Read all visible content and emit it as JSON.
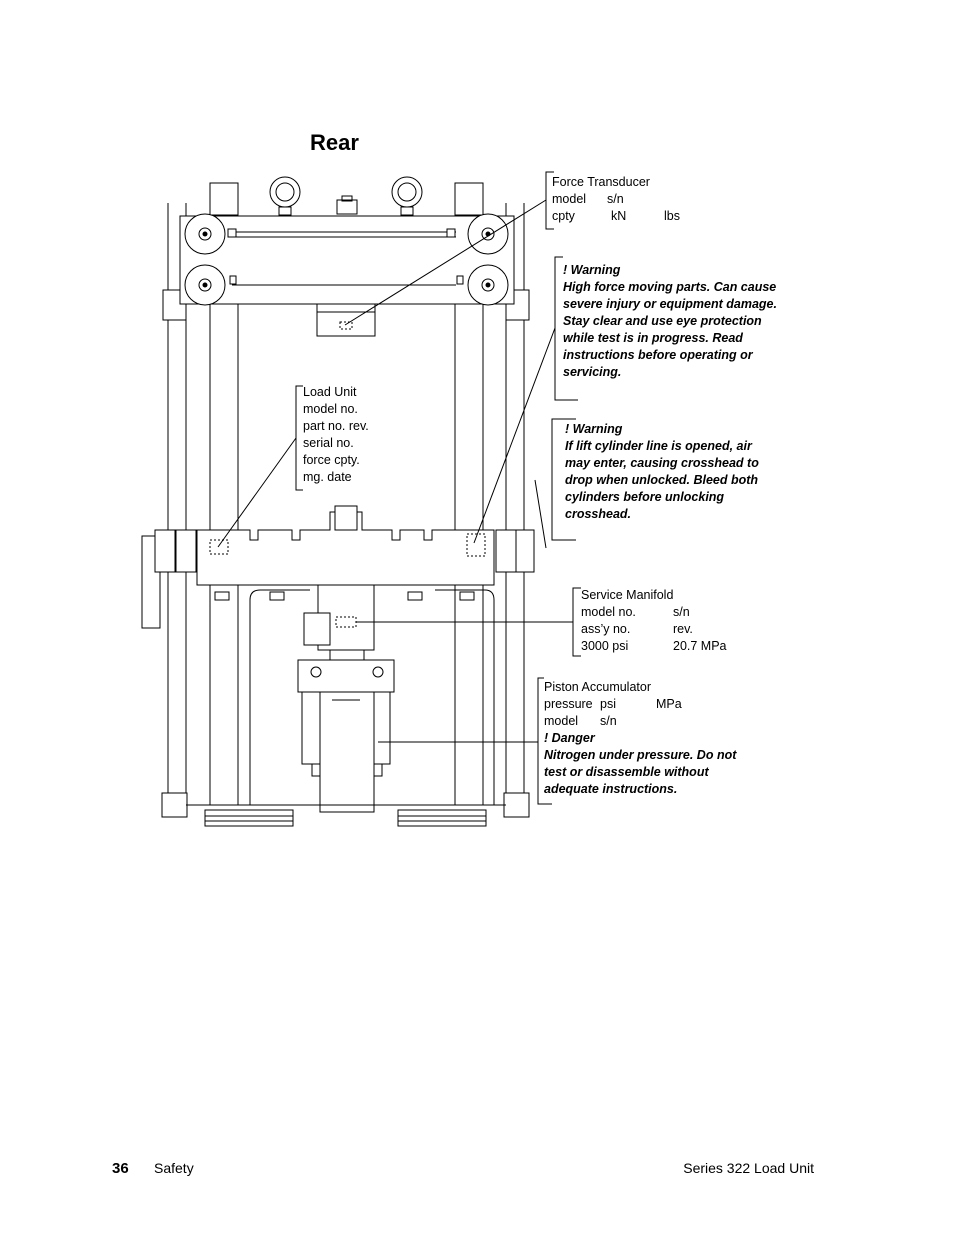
{
  "heading": "Rear",
  "labels": {
    "force_transducer": {
      "title": "Force Transducer",
      "row1": {
        "a": "model",
        "b": "s/n"
      },
      "row2": {
        "a": "cpty",
        "b": "kN",
        "c": "lbs"
      }
    },
    "warning1": {
      "title": "! Warning",
      "lines": [
        "High force moving parts. Can cause",
        "severe injury or equipment damage.",
        "Stay clear and use eye protection",
        "while test is in progress. Read",
        "instructions before operating or",
        "servicing."
      ]
    },
    "load_unit": {
      "lines": [
        "Load Unit",
        "model no.",
        "part no. rev.",
        "serial no.",
        "force cpty.",
        "mg. date"
      ]
    },
    "warning2": {
      "title": "! Warning",
      "lines": [
        "If lift cylinder line is opened, air",
        "may enter, causing crosshead to",
        "drop when unlocked. Bleed both",
        "cylinders before unlocking",
        "crosshead."
      ]
    },
    "service_manifold": {
      "title": "Service Manifold",
      "rows": [
        {
          "a": "model no.",
          "b": "s/n"
        },
        {
          "a": "ass’y no.",
          "b": "rev."
        },
        {
          "a": "3000 psi",
          "b": "20.7 MPa"
        }
      ]
    },
    "piston_accumulator": {
      "title": "Piston Accumulator",
      "row1": {
        "a": "pressure",
        "b": "psi",
        "c": "MPa"
      },
      "row2": {
        "a": "model",
        "b": "s/n"
      },
      "danger_title": "! Danger",
      "danger_lines": [
        "Nitrogen under pressure. Do not",
        "test or disassemble without",
        "adequate instructions."
      ]
    }
  },
  "footer": {
    "page_number": "36",
    "section": "Safety",
    "manual": "Series 322 Load Unit"
  }
}
